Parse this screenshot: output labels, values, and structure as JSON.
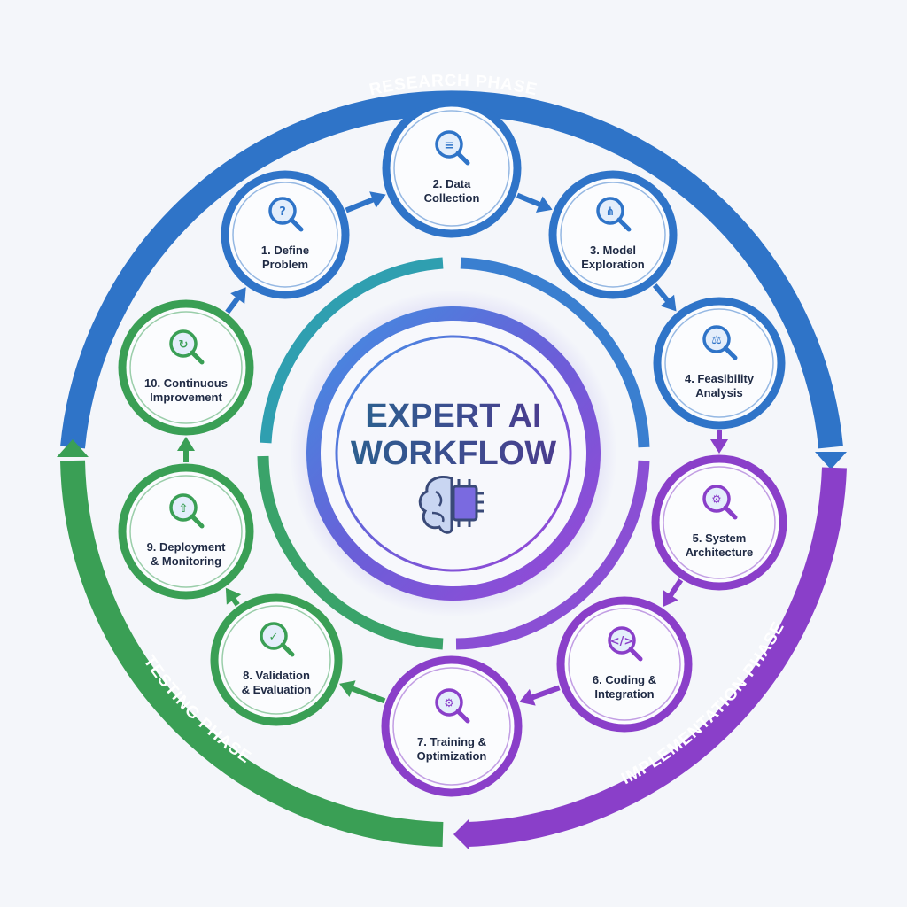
{
  "title": {
    "line1": "EXPERT AI",
    "line2": "WORKFLOW"
  },
  "center_icon": "brain-chip-icon",
  "phases": {
    "research": {
      "label": "RESEARCH PHASE",
      "color": "#2f74c8"
    },
    "implementation": {
      "label": "IMPLEMENTATION PHASE",
      "color": "#8a3fc9"
    },
    "testing": {
      "label": "TESTING PHASE",
      "color": "#3a9f55"
    }
  },
  "nodes": [
    {
      "line1": "1. Define",
      "line2": "Problem",
      "icon": "question-magnifier-icon",
      "phase": "research"
    },
    {
      "line1": "2. Data",
      "line2": "Collection",
      "icon": "document-database-search-icon",
      "phase": "research"
    },
    {
      "line1": "3. Model",
      "line2": "Exploration",
      "icon": "network-search-icon",
      "phase": "research"
    },
    {
      "line1": "4. Feasibility",
      "line2": "Analysis",
      "icon": "scale-magnifier-icon",
      "phase": "research"
    },
    {
      "line1": "5. System",
      "line2": "Architecture",
      "icon": "blueprint-gears-icon",
      "phase": "implementation"
    },
    {
      "line1": "6. Coding &",
      "line2": "Integration",
      "icon": "code-gear-icon",
      "phase": "implementation"
    },
    {
      "line1": "7. Training &",
      "line2": "Optimization",
      "icon": "gears-chart-icon",
      "phase": "implementation"
    },
    {
      "line1": "8. Validation",
      "line2": "& Evaluation",
      "icon": "shield-check-table-icon",
      "phase": "testing"
    },
    {
      "line1": "9. Deployment",
      "line2": "& Monitoring",
      "icon": "cloud-upload-icon",
      "phase": "testing"
    },
    {
      "line1": "10. Continuous",
      "line2": "Improvement",
      "icon": "cycle-check-leaf-icon",
      "phase": "testing"
    }
  ]
}
